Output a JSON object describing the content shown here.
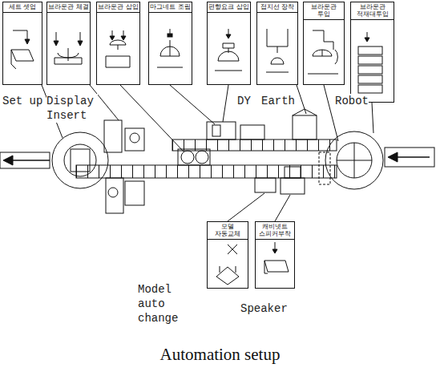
{
  "diagram": {
    "caption": "Automation setup",
    "nodes": [
      {
        "text": [
          "세트 셋업"
        ]
      },
      {
        "text": [
          "브라운관 체결"
        ]
      },
      {
        "text": [
          "브라운관 삽입"
        ]
      },
      {
        "text": [
          "마그네트 조립"
        ]
      },
      {
        "text": [
          "편향요크 삽입"
        ]
      },
      {
        "text": [
          "접지선 장착"
        ]
      },
      {
        "text": [
          "브라운관 투입"
        ]
      },
      {
        "text": [
          "브라운관 적재대투입"
        ]
      },
      {
        "text": [
          "모델 자동교체"
        ]
      },
      {
        "text": [
          "캐비넷트 스피커부착"
        ]
      }
    ],
    "labels": [
      "Set up",
      "Display Insert",
      "DY",
      "Earth",
      "Robot",
      "Model auto change",
      "Speaker"
    ]
  }
}
